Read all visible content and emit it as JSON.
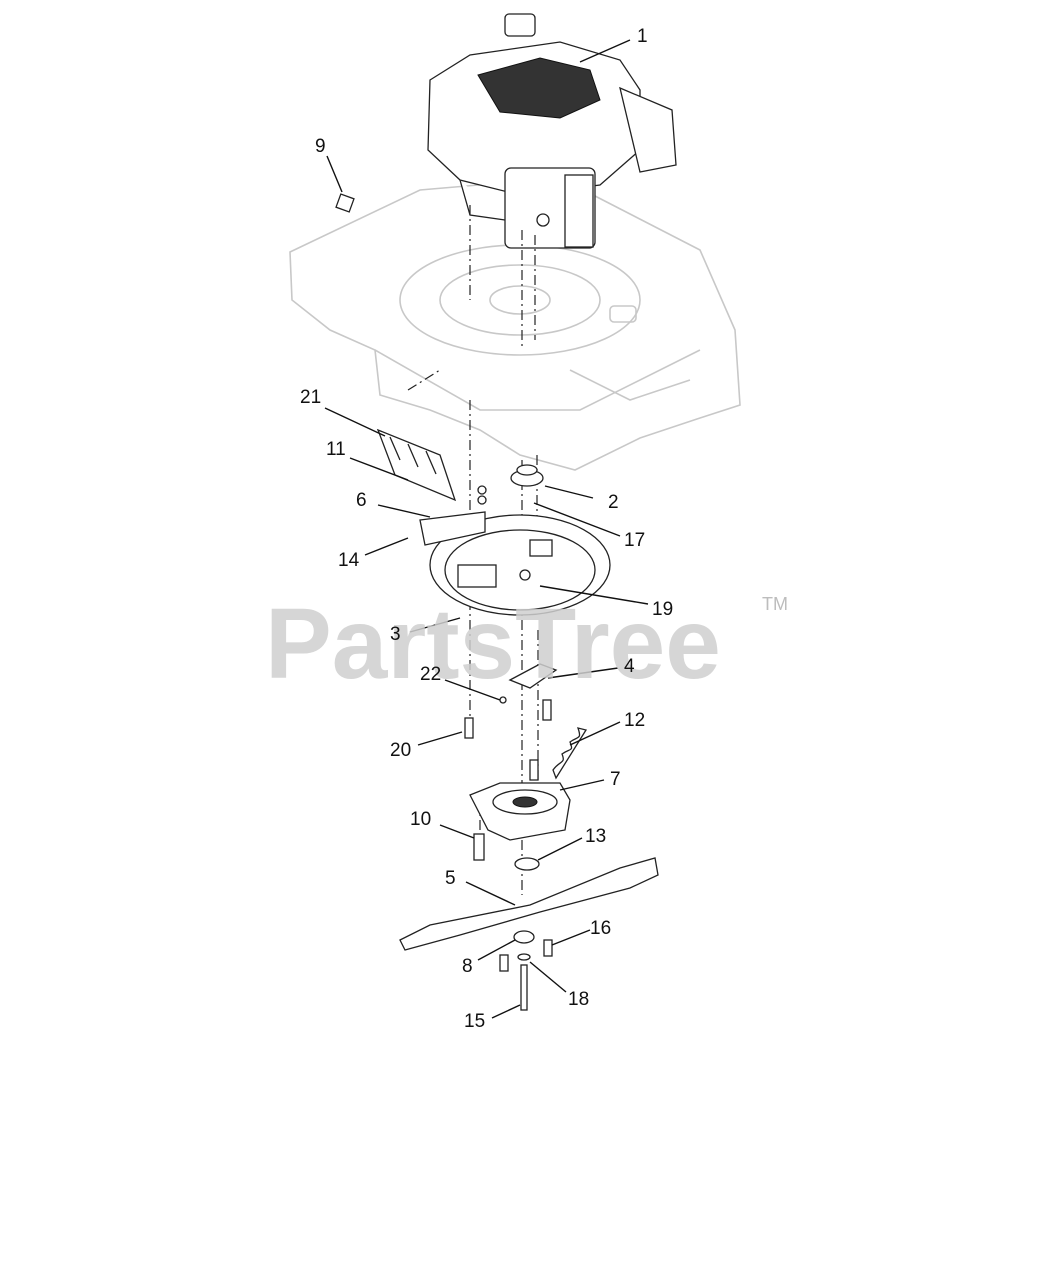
{
  "watermark": {
    "text": "PartsTree",
    "tm": "TM"
  },
  "callouts": [
    {
      "id": "c1",
      "label": "1"
    },
    {
      "id": "c2",
      "label": "2"
    },
    {
      "id": "c3",
      "label": "3"
    },
    {
      "id": "c4",
      "label": "4"
    },
    {
      "id": "c5",
      "label": "5"
    },
    {
      "id": "c6",
      "label": "6"
    },
    {
      "id": "c7",
      "label": "7"
    },
    {
      "id": "c8",
      "label": "8"
    },
    {
      "id": "c9",
      "label": "9"
    },
    {
      "id": "c10",
      "label": "10"
    },
    {
      "id": "c11",
      "label": "11"
    },
    {
      "id": "c12",
      "label": "12"
    },
    {
      "id": "c13",
      "label": "13"
    },
    {
      "id": "c14",
      "label": "14"
    },
    {
      "id": "c15",
      "label": "15"
    },
    {
      "id": "c16",
      "label": "16"
    },
    {
      "id": "c17",
      "label": "17"
    },
    {
      "id": "c18",
      "label": "18"
    },
    {
      "id": "c19",
      "label": "19"
    },
    {
      "id": "c20",
      "label": "20"
    },
    {
      "id": "c21",
      "label": "21"
    },
    {
      "id": "c22",
      "label": "22"
    }
  ],
  "icons": {
    "engine": "engine-icon",
    "deck": "mower-deck-icon",
    "blade": "blade-icon",
    "brake": "blade-brake-icon"
  }
}
